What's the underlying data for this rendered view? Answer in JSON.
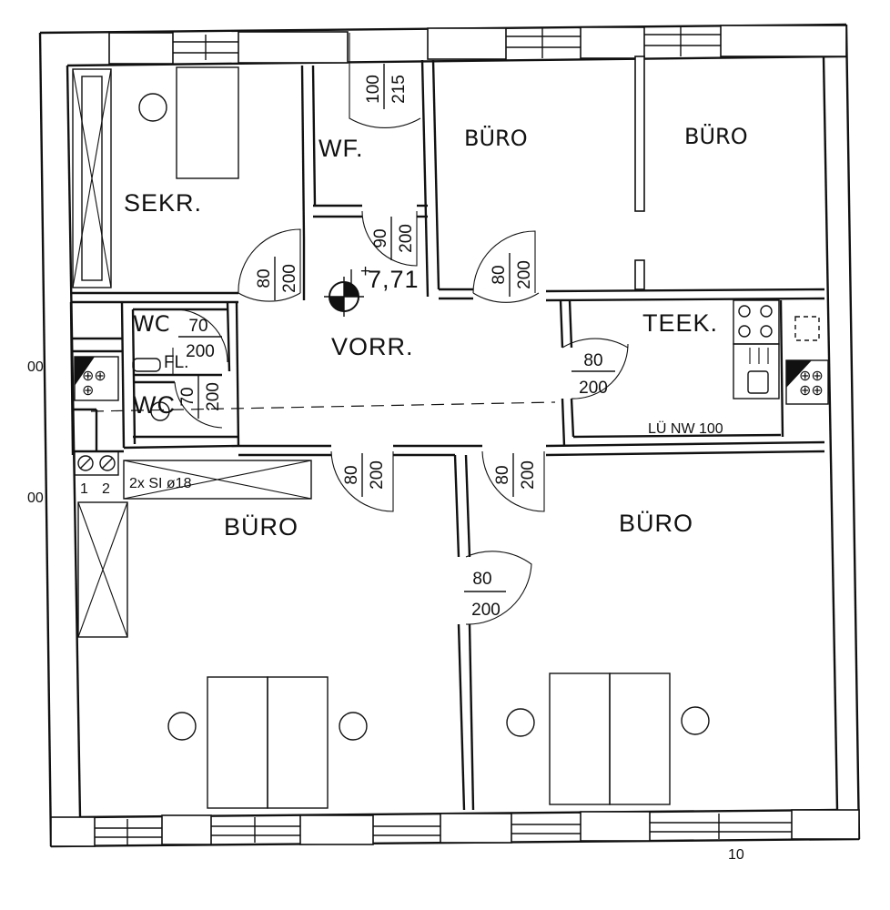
{
  "rooms": {
    "sekr": "SEKR.",
    "wf": "WF.",
    "buero_top_left": "BÜRO",
    "buero_top_right": "BÜRO",
    "wc_upper": "WC",
    "fl": "FL.",
    "wc_lower": "WC",
    "vorr": "VORR.",
    "teek": "TEEK.",
    "buero_bottom_left": "BÜRO",
    "buero_bottom_right": "BÜRO"
  },
  "doors": [
    {
      "id": "wf-door",
      "w": "100",
      "h": "215"
    },
    {
      "id": "wf-vorr-door",
      "w": "90",
      "h": "200"
    },
    {
      "id": "sekr-door",
      "w": "80",
      "h": "200"
    },
    {
      "id": "buero-top-door",
      "w": "80",
      "h": "200"
    },
    {
      "id": "wc-door",
      "w": "70",
      "h": "200"
    },
    {
      "id": "fl-door",
      "w": "70",
      "h": "200"
    },
    {
      "id": "teek-door",
      "w": "80",
      "h": "200"
    },
    {
      "id": "buero-bl-door",
      "w": "80",
      "h": "200"
    },
    {
      "id": "buero-br-door",
      "w": "80",
      "h": "200"
    },
    {
      "id": "buero-connect-door",
      "w": "80",
      "h": "200"
    }
  ],
  "level": "7,71",
  "ventilation": "LÜ NW 100",
  "shaft": "2x SI ø18",
  "meter_labels": [
    "1",
    "2"
  ],
  "edge_fragments": {
    "left_upper": "00",
    "left_lower": "00",
    "bottom_small": "10"
  }
}
